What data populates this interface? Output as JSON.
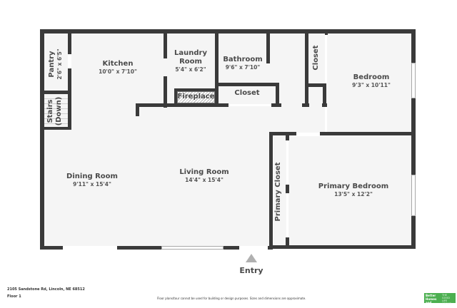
{
  "plan": {
    "rooms": [
      {
        "id": "pantry",
        "name": "Pantry",
        "dims": "2'6\" x 6'5\""
      },
      {
        "id": "kitchen",
        "name": "Kitchen",
        "dims": "10'0\" x 7'10\""
      },
      {
        "id": "laundry",
        "name_line1": "Laundry",
        "name_line2": "Room",
        "dims": "5'4\" x 6'2\""
      },
      {
        "id": "bathroom",
        "name": "Bathroom",
        "dims": "9'6\" x 7'10\""
      },
      {
        "id": "closet_small",
        "name": "Closet"
      },
      {
        "id": "closet_hall",
        "name": "Closet"
      },
      {
        "id": "bedroom",
        "name": "Bedroom",
        "dims": "9'3\" x 10'11\""
      },
      {
        "id": "stairs",
        "name_line1": "Stairs",
        "name_line2": "(Down)"
      },
      {
        "id": "fireplace",
        "name": "Fireplace"
      },
      {
        "id": "dining",
        "name": "Dining Room",
        "dims": "9'11\" x 15'4\""
      },
      {
        "id": "living",
        "name": "Living Room",
        "dims": "14'4\" x 15'4\""
      },
      {
        "id": "primary_closet",
        "name": "Primary Closet"
      },
      {
        "id": "primary_bedroom",
        "name": "Primary Bedroom",
        "dims": "13'5\" x 12'2\""
      }
    ],
    "entry_label": "Entry"
  },
  "footer": {
    "address": "2105 Sandstone Rd, Lincoln, NE 68512",
    "floor": "Floor 1",
    "disclaimer": "Floor plans/tour cannot be used for building or design purposes. Sizes and dimensions are approximate.",
    "logo_line1": "Better Homes and Gardens",
    "logo_line2": "THE GOOD LIFE GROUP"
  },
  "colors": {
    "wall": "#3a3a3a",
    "floor": "#f5f5f5",
    "logo_green": "#4caf50"
  }
}
